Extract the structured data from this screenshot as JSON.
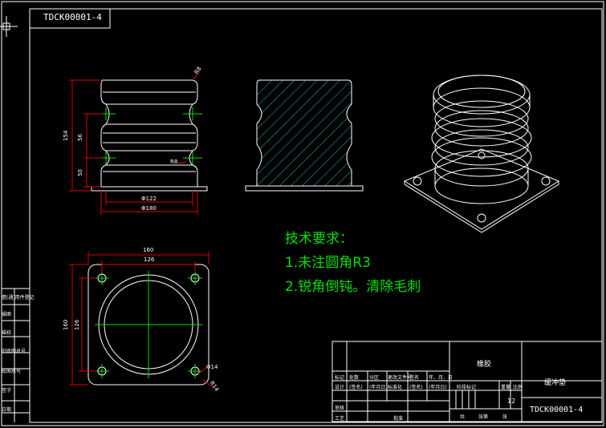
{
  "drawing_code_box": "TDCK00001-4",
  "technical_requirements": {
    "title": "技术要求：",
    "items": [
      "1.未注圆角R3",
      "2.锐角倒钝。清除毛刺"
    ]
  },
  "dimensions": {
    "fillet_r8": "R8",
    "fillet_r8_lower": "R8",
    "height_154": "154",
    "height_56": "56",
    "height_50": "50",
    "dia_122": "Φ122",
    "dia_180": "Φ180",
    "width_160": "160",
    "width_126": "126",
    "height_160": "160",
    "height_126": "126",
    "hole_14": "Φ14",
    "corner_r14": "R14"
  },
  "title_block": {
    "material": "橡胶",
    "part_name": "缓冲垫",
    "drawing_number": "TDCK00001-4",
    "scale_label": "比例",
    "weight_label": "重量",
    "stage_mark_label": "阶段标记",
    "quantity": "12",
    "sheet_total_label": "共",
    "sheet_label": "张第",
    "sheet_suffix": "张",
    "row_change": [
      "标记",
      "处数",
      "分区",
      "更改文件号",
      "签名",
      "年、月、日"
    ],
    "row_design": [
      "设计",
      "(签名)",
      "(年月日)",
      "标准化",
      "(签名)",
      "(年月日)"
    ],
    "review_label": "审核",
    "process_label": "工艺",
    "approve_label": "批准"
  },
  "side_labels": [
    "借(通)用件登记",
    "描图",
    "描校",
    "旧底图总号",
    "底图总号",
    "签字",
    "日期"
  ]
}
